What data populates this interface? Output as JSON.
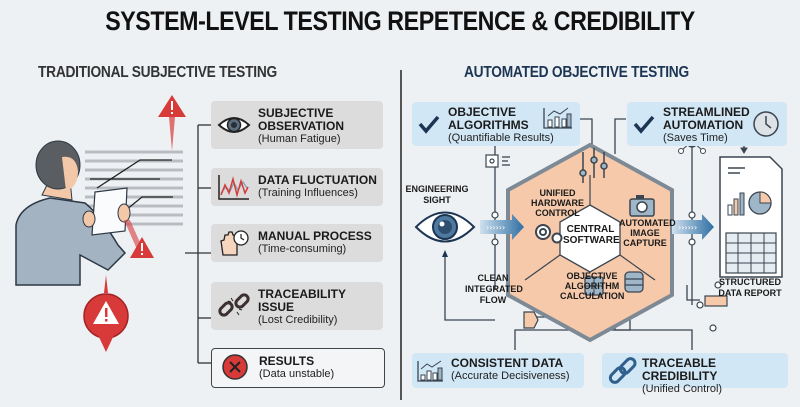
{
  "title": "SYSTEM-LEVEL TESTING REPETENCE & CREDIBILITY",
  "left_section": {
    "heading": "TRADITIONAL SUBJECTIVE TESTING",
    "items": [
      {
        "title_line1": "SUBJECTIVE",
        "title_line2": "OBSERVATION",
        "subtitle": "(Human Fatigue)",
        "icon": "eye-icon"
      },
      {
        "title_line1": "DATA FLUCTUATION",
        "title_line2": "",
        "subtitle": "(Training Influences)",
        "icon": "fluctuating-chart-icon"
      },
      {
        "title_line1": "MANUAL PROCESS",
        "title_line2": "",
        "subtitle": "(Time-consuming)",
        "icon": "hand-clock-icon"
      },
      {
        "title_line1": "TRACEABILITY",
        "title_line2": "ISSUE",
        "subtitle": "(Lost Credibility)",
        "icon": "broken-chain-icon"
      },
      {
        "title_line1": "RESULTS",
        "title_line2": "",
        "subtitle": "(Data unstable)",
        "icon": "x-circle-icon"
      }
    ]
  },
  "right_section": {
    "heading": "AUTOMATED OBJECTIVE TESTING",
    "top_boxes": [
      {
        "title_line1": "OBJECTIVE",
        "title_line2": "ALGORITHMS",
        "subtitle": "(Quantifiable Results)",
        "icon": "bar-chart-icon"
      },
      {
        "title_line1": "STREAMLINED",
        "title_line2": "AUTOMATION",
        "subtitle": "(Saves Time)",
        "icon": "clock-icon"
      }
    ],
    "bottom_boxes": [
      {
        "title": "CONSISTENT DATA",
        "subtitle": "(Accurate Decisiveness)",
        "icon": "growth-chart-icon"
      },
      {
        "title": "TRACEABLE CREDIBILITY",
        "subtitle": "(Unified Control)",
        "icon": "chain-link-icon"
      }
    ],
    "engineering_sight": {
      "line1": "ENGINEERING",
      "line2": "SIGHT"
    },
    "clean_flow": {
      "line1": "CLEAN",
      "line2": "INTEGRATED",
      "line3": "FLOW"
    },
    "report": {
      "line1": "STRUCTURED",
      "line2": "DATA REPORT"
    },
    "hexagon": {
      "center": {
        "line1": "CENTRAL",
        "line2": "SOFTWARE"
      },
      "hardware": {
        "line1": "UNIFIED",
        "line2": "HARDWARE",
        "line3": "CONTROL"
      },
      "capture": {
        "line1": "AUTOMATED",
        "line2": "IMAGE",
        "line3": "CAPTURE"
      },
      "calc": {
        "line1": "OBJECTIVE",
        "line2": "ALGORITHM",
        "line3": "CALCULATION"
      }
    }
  },
  "colors": {
    "background": "#eef1f4",
    "warning_red": "#d83a3a",
    "blue_box": "#d2e7f5",
    "gray_box": "#dcdcdc",
    "hex_fill": "#f7c9ab",
    "navy": "#1c3553",
    "arrow_blue": "#2f6fa3"
  }
}
